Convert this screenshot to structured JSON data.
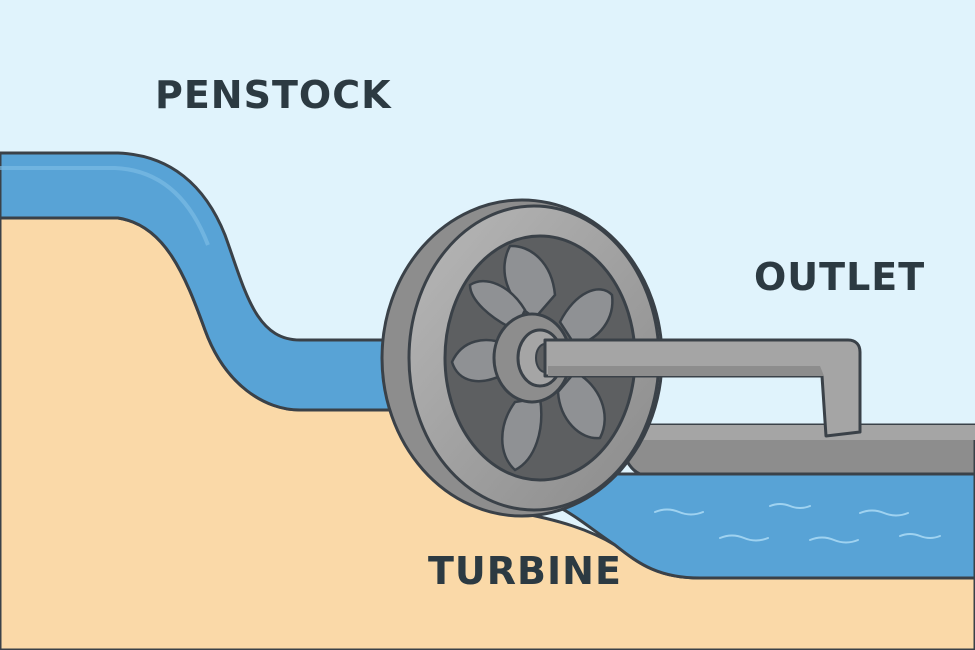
{
  "labels": {
    "penstock": "PENSTOCK",
    "outlet": "OUTLET",
    "turbine": "TURBINE"
  },
  "colors": {
    "sky": "#e0f3fc",
    "ground": "#fad9a8",
    "water": "#58a3d6",
    "water_dark": "#3f86bd",
    "outline": "#3a4148",
    "metal_light": "#a5a5a5",
    "metal_mid": "#8d8d8d",
    "metal_dark": "#5d5f61",
    "text": "#2c3a42"
  },
  "icons": {
    "turbine": "turbine-wheel-icon",
    "outlet_pipe": "outlet-pipe-icon"
  }
}
